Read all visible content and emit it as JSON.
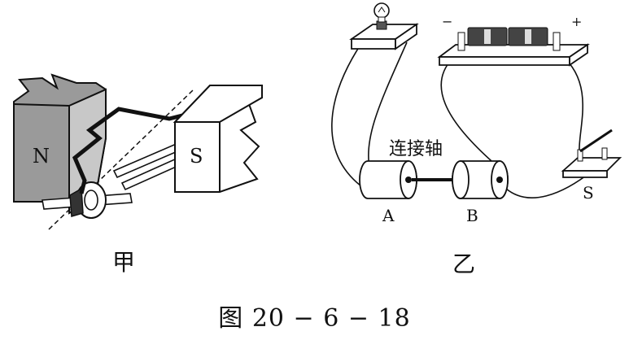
{
  "left": {
    "pole_n": "N",
    "pole_s": "S",
    "sublabel": "甲"
  },
  "right": {
    "polarity_minus": "−",
    "polarity_plus": "+",
    "shaft_label": "连接轴",
    "motor_a": "A",
    "motor_b": "B",
    "switch": "S",
    "sublabel": "乙"
  },
  "caption": "图 20 − 6 − 18"
}
